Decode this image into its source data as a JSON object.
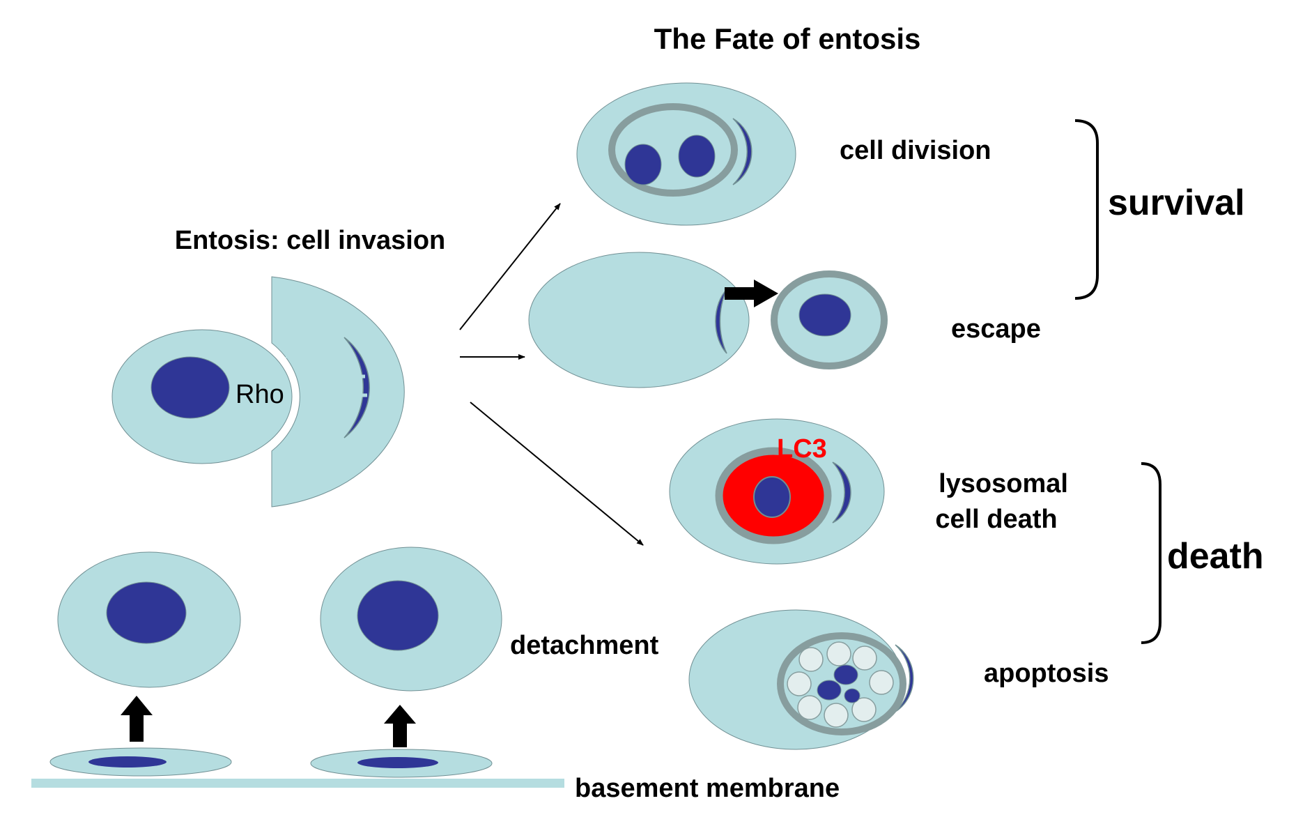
{
  "title": "The Fate of entosis",
  "invasion_label": "Entosis: cell invasion",
  "rho_label": "Rho",
  "outcomes": {
    "cell_division": "cell division",
    "escape": "escape",
    "lysosomal_line1": "lysosomal",
    "lysosomal_line2": "cell death",
    "apoptosis": "apoptosis",
    "lc3_label": "LC3"
  },
  "groups": {
    "survival": "survival",
    "death": "death"
  },
  "detachment_label": "detachment",
  "basement_label": "basement membrane",
  "colors": {
    "cytoplasm": "#b5dde0",
    "nucleus": "#2f3696",
    "vacuole": "#879d9e",
    "lc3": "#ff0000",
    "apoptotic_body": "#e3eeee"
  }
}
